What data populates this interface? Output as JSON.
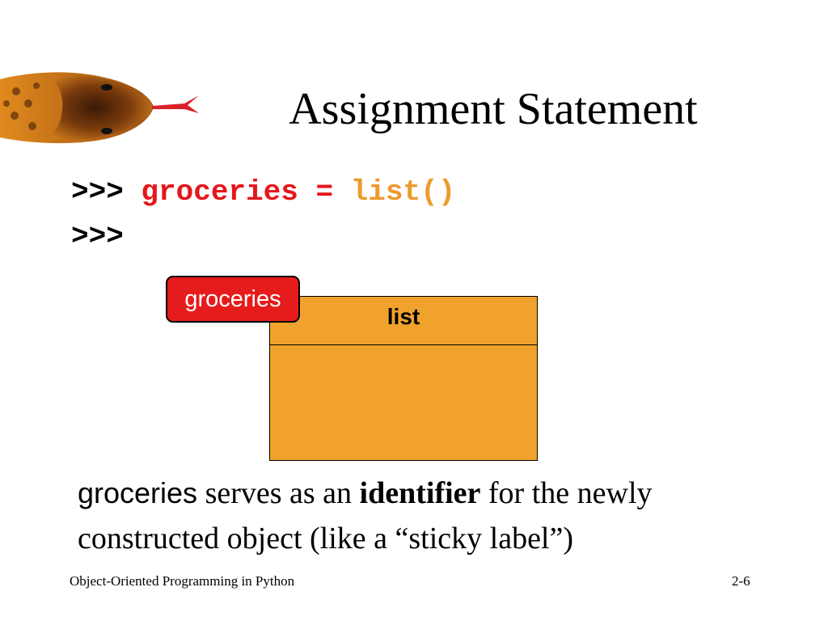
{
  "slide": {
    "title": "Assignment Statement",
    "code": {
      "line1": {
        "prompt": ">>>",
        "variable": "groceries =",
        "call": "list()"
      },
      "line2": {
        "prompt": ">>>"
      }
    },
    "diagram": {
      "label": "groceries",
      "object_type": "list"
    },
    "body": {
      "term": "groceries",
      "text1": " serves as an ",
      "bold": "identifier",
      "text2": " for the newly constructed object (like a “sticky label”)"
    },
    "footer": {
      "left": "Object-Oriented Programming in Python",
      "right": "2-6"
    }
  },
  "colors": {
    "code_variable": "#e5171b",
    "code_call": "#ee9a2e",
    "object_fill": "#f1a22c",
    "label_fill": "#e61b1b"
  },
  "icons": {
    "logo": "snake-head-icon"
  }
}
